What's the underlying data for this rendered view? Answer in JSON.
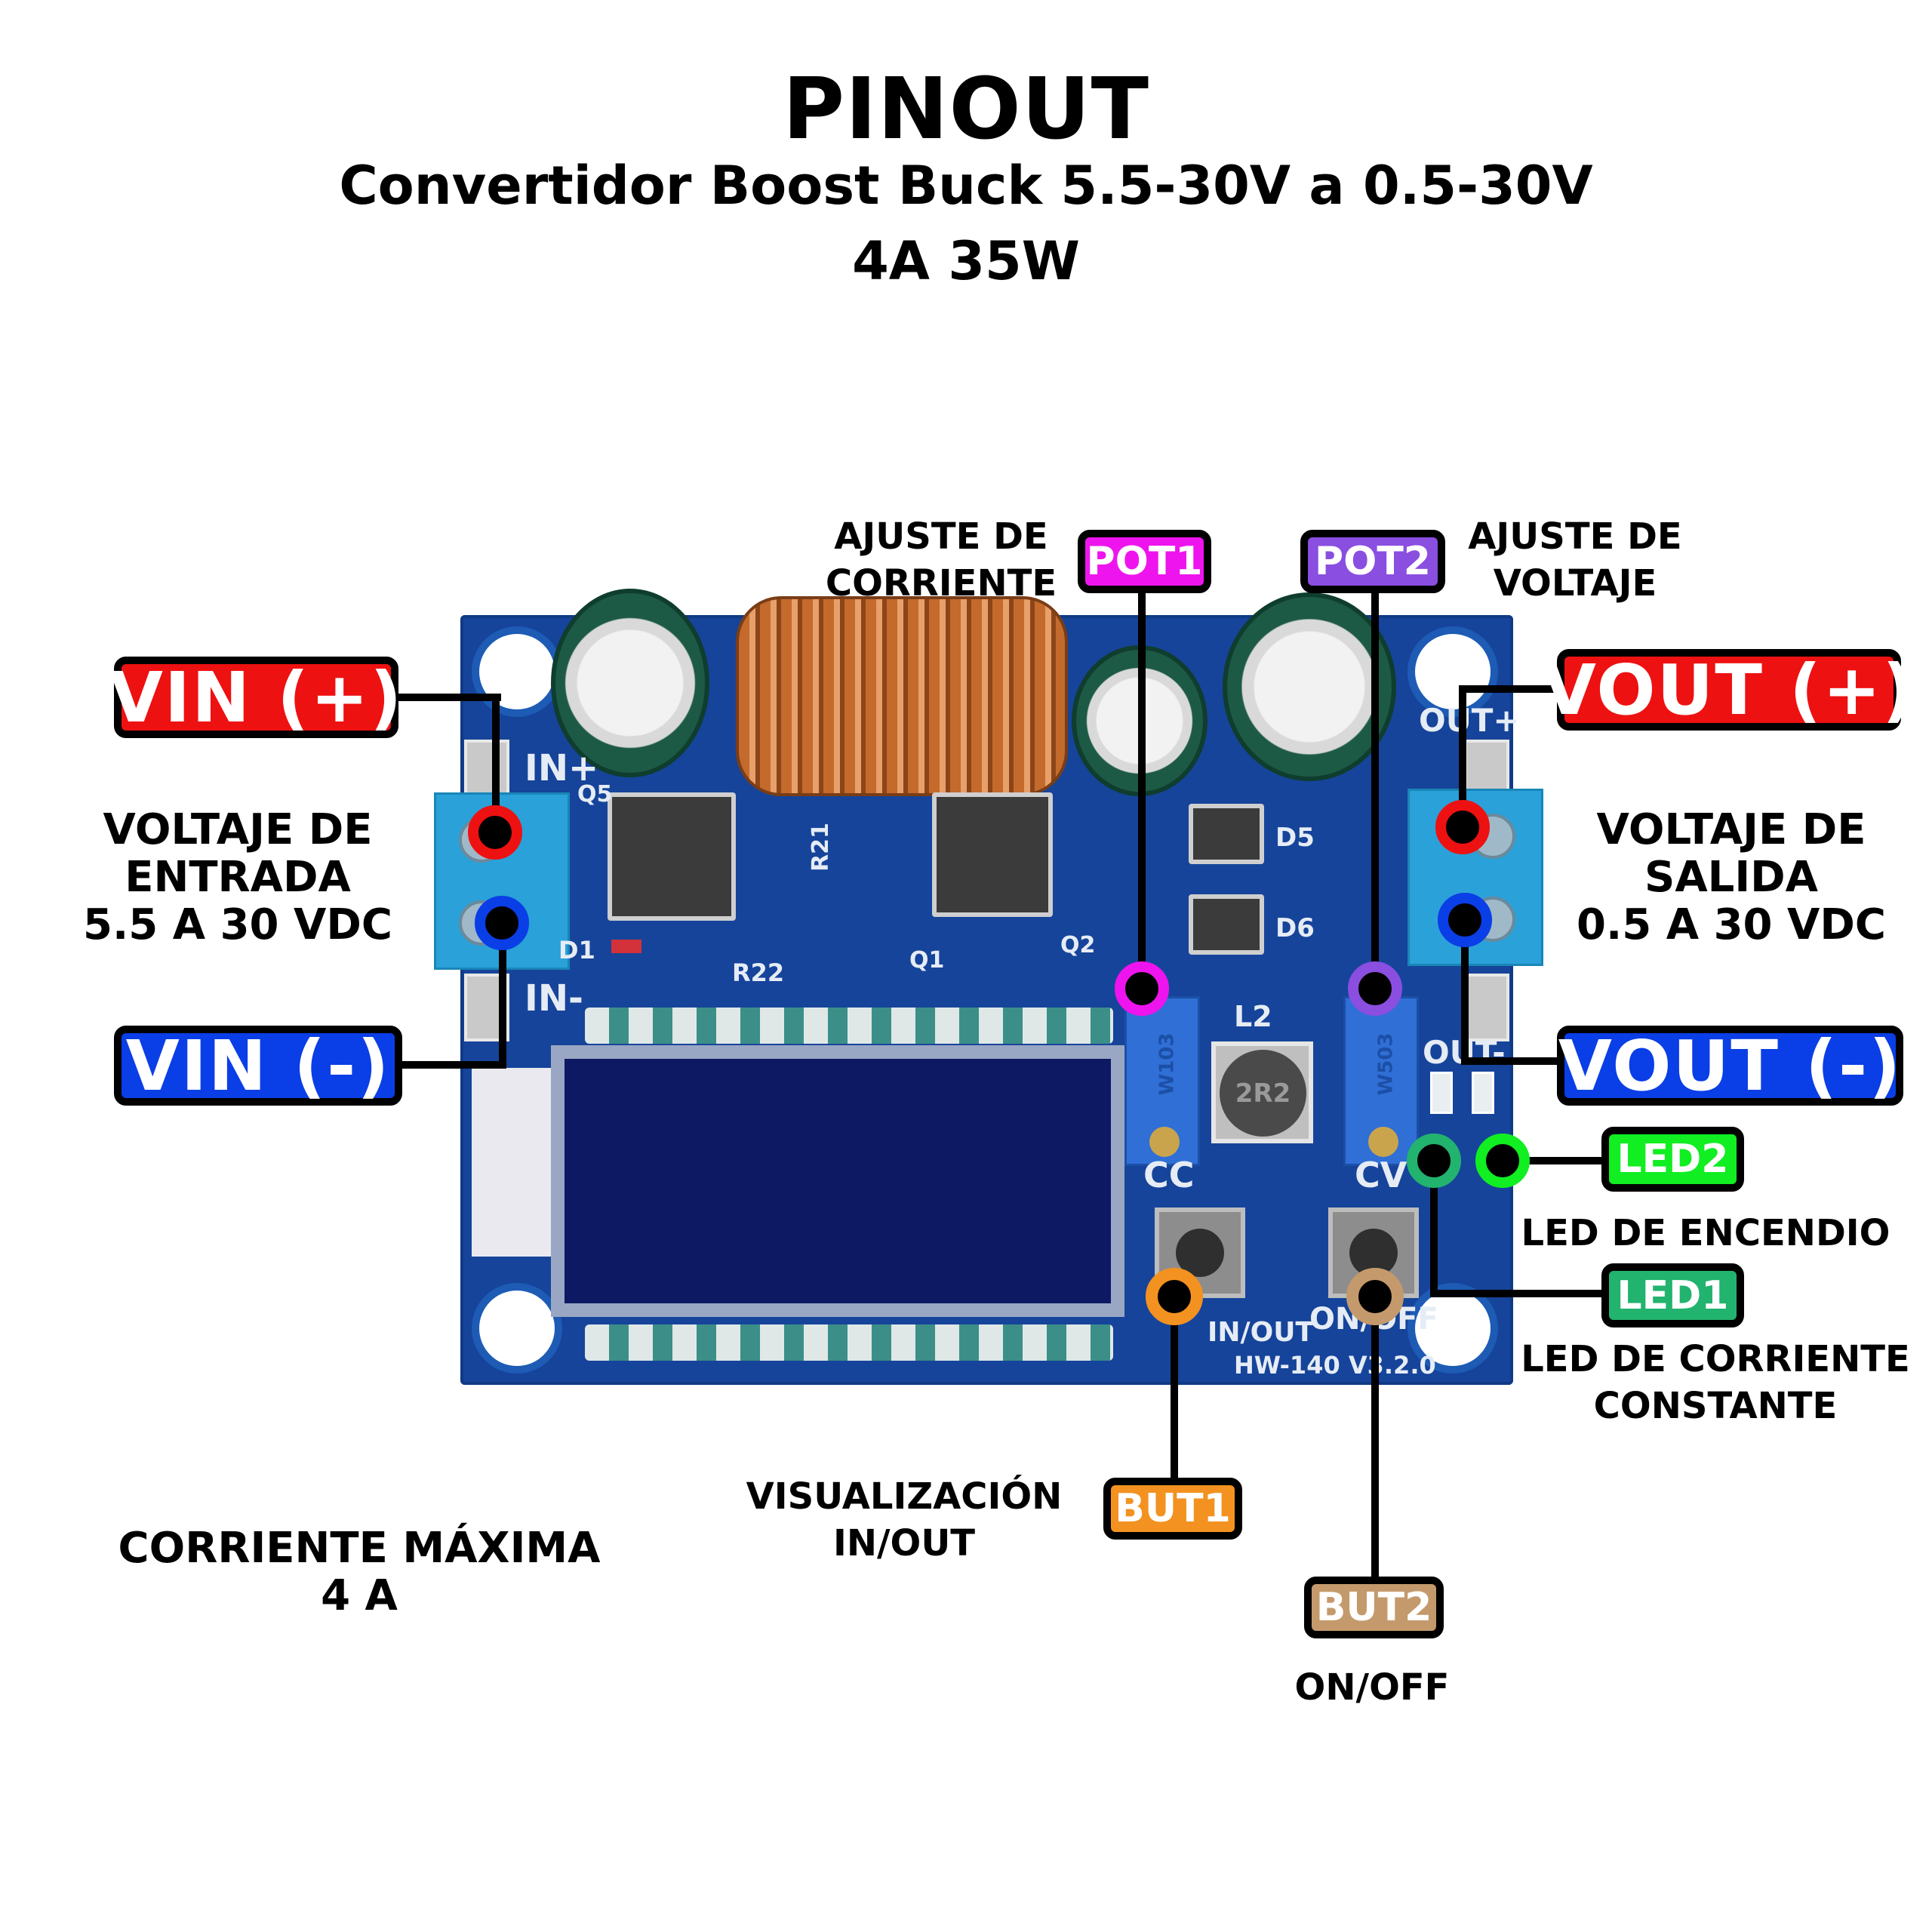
{
  "header": {
    "title": "PINOUT",
    "subtitle": "Convertidor Boost Buck 5.5-30V a 0.5-30V",
    "subtitle2": "4A 35W"
  },
  "board": {
    "silkscreen": {
      "in_plus": "IN+",
      "in_minus": "IN-",
      "out_plus": "OUT+",
      "out_minus": "OUT-",
      "q5": "Q5",
      "r21": "R21",
      "r22": "R22",
      "d1": "D1",
      "q1": "Q1",
      "q2": "Q2",
      "d5": "D5",
      "d6": "D6",
      "l2": "L2",
      "inductor_code": "2R2",
      "cc": "CC",
      "cv": "CV",
      "btn1_label": "IN/OUT",
      "btn2_label": "ON/OFF",
      "model": "HW-140 V3.2.0",
      "pot1_marking": "W103",
      "pot2_marking": "W503"
    }
  },
  "pins": {
    "vin_plus": {
      "label": "VIN (+)",
      "color": "#ee1111"
    },
    "vin_minus": {
      "label": "VIN (-)",
      "color": "#0a3ee6"
    },
    "vout_plus": {
      "label": "VOUT (+)",
      "color": "#ee1111"
    },
    "vout_minus": {
      "label": "VOUT (-)",
      "color": "#0a3ee6"
    },
    "pot1": {
      "label": "POT1",
      "color": "#ee14ee"
    },
    "pot2": {
      "label": "POT2",
      "color": "#8a4ee0"
    },
    "led2": {
      "label": "LED2",
      "color": "#11ee22"
    },
    "led1": {
      "label": "LED1",
      "color": "#22b36f"
    },
    "but1": {
      "label": "BUT1",
      "color": "#f39220"
    },
    "but2": {
      "label": "BUT2",
      "color": "#c49a6c"
    }
  },
  "captions": {
    "input_voltage": [
      "VOLTAJE DE",
      "ENTRADA",
      "5.5 A 30 VDC"
    ],
    "output_voltage": [
      "VOLTAJE DE",
      "SALIDA",
      "0.5 A 30 VDC"
    ],
    "current_adjust": [
      "AJUSTE DE",
      "CORRIENTE"
    ],
    "voltage_adjust": [
      "AJUSTE DE",
      "VOLTAJE"
    ],
    "led2_desc": "LED DE ENCENDIO",
    "led1_desc": [
      "LED DE CORRIENTE",
      "CONSTANTE"
    ],
    "but1_desc": [
      "VISUALIZACIÓN",
      "IN/OUT"
    ],
    "but2_desc": "ON/OFF",
    "max_current": [
      "CORRIENTE MÁXIMA",
      "4 A"
    ]
  }
}
